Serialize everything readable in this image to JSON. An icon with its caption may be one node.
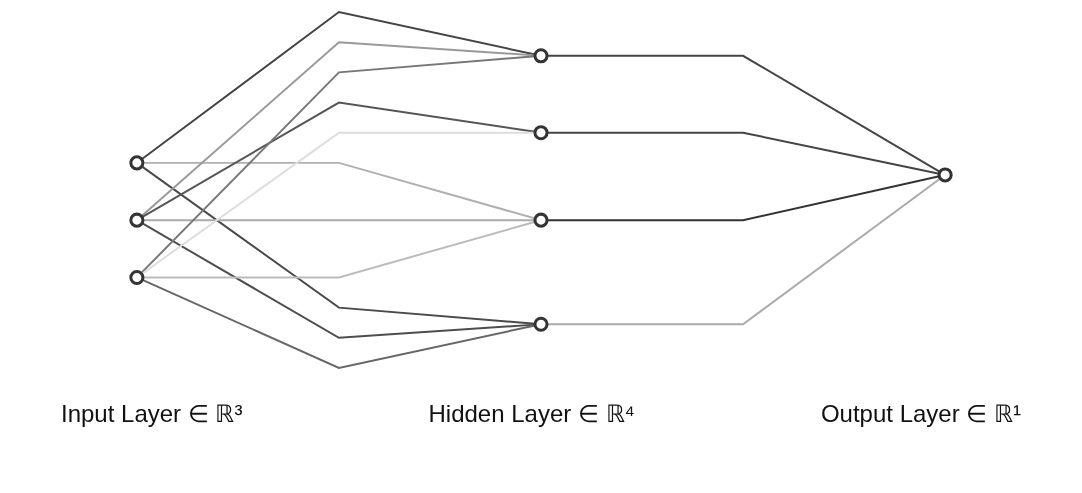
{
  "diagram": {
    "nodes": [
      {
        "text": [],
        "shape": "circle"
      },
      {
        "text": [],
        "shape": "circle"
      },
      {
        "text": [],
        "shape": "circle"
      },
      {
        "text": [],
        "shape": "circle"
      },
      {
        "text": [],
        "shape": "circle"
      },
      {
        "text": [],
        "shape": "circle"
      },
      {
        "text": [],
        "shape": "circle"
      },
      {
        "text": [],
        "shape": "circle"
      }
    ],
    "edges": [
      {
        "from": 0,
        "to": 3,
        "arrow": "none",
        "color": "#444444"
      },
      {
        "from": 0,
        "to": 5,
        "arrow": "none",
        "color": "#b0b0b0"
      },
      {
        "from": 0,
        "to": 6,
        "arrow": "none",
        "color": "#4a4a4a"
      },
      {
        "from": 1,
        "to": 3,
        "arrow": "none",
        "color": "#999999"
      },
      {
        "from": 1,
        "to": 4,
        "arrow": "none",
        "color": "#555555"
      },
      {
        "from": 1,
        "to": 5,
        "arrow": "none",
        "color": "#aaaaaa"
      },
      {
        "from": 1,
        "to": 6,
        "arrow": "none",
        "color": "#4d4d4d"
      },
      {
        "from": 2,
        "to": 3,
        "arrow": "none",
        "color": "#777777"
      },
      {
        "from": 2,
        "to": 4,
        "arrow": "none",
        "color": "#dddddd"
      },
      {
        "from": 2,
        "to": 5,
        "arrow": "none",
        "color": "#bbbbbb"
      },
      {
        "from": 2,
        "to": 6,
        "arrow": "none",
        "color": "#666666"
      },
      {
        "from": 3,
        "to": 7,
        "arrow": "none",
        "color": "#444444"
      },
      {
        "from": 4,
        "to": 7,
        "arrow": "none",
        "color": "#444444"
      },
      {
        "from": 5,
        "to": 7,
        "arrow": "none",
        "color": "#333333"
      },
      {
        "from": 6,
        "to": 7,
        "arrow": "none",
        "color": "#aaaaaa"
      }
    ],
    "labels": [
      "Input Layer ∈ ℝ³",
      "Hidden Layer ∈ ℝ⁴",
      "Output Layer ∈ ℝ¹"
    ]
  }
}
